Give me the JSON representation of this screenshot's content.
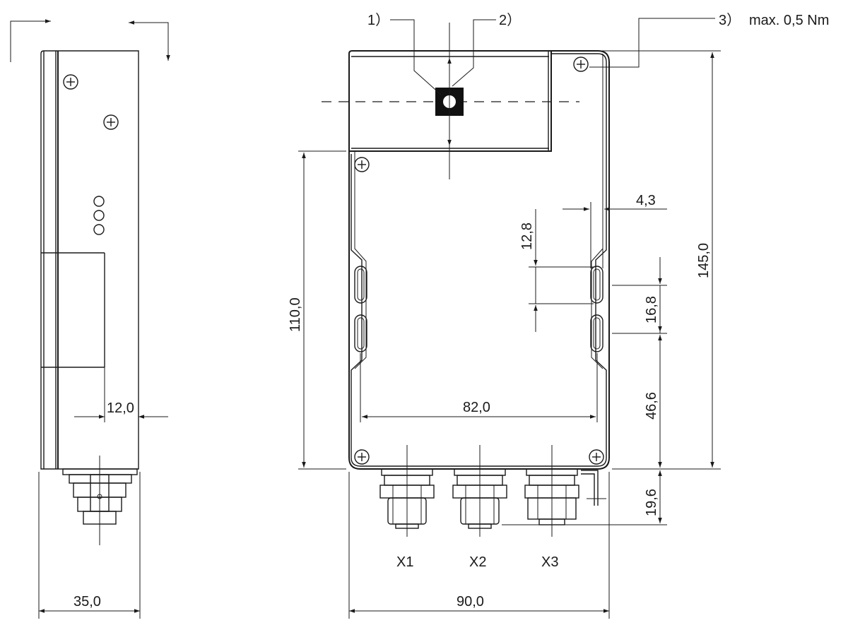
{
  "callouts": {
    "c1": "1）",
    "c2": "2）",
    "c3": "3）",
    "torque": "max. 0,5 Nm"
  },
  "dimensions": {
    "side_width": "35,0",
    "side_offset": "12,0",
    "front_width": "90,0",
    "hole_spacing_h": "82,0",
    "lower_height": "110,0",
    "total_height": "145,0",
    "slot_offset": "4,3",
    "slot_length": "12,8",
    "slot_pitch": "16,8",
    "slot_bottom": "46,6",
    "connector_depth": "19,6"
  },
  "connectors": [
    "X1",
    "X2",
    "X3"
  ]
}
